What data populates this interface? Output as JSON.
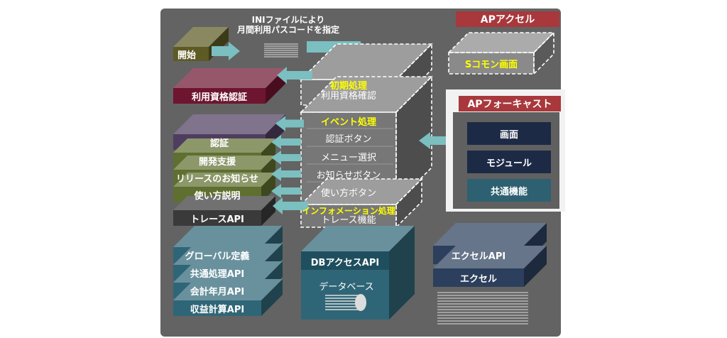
{
  "colors": {
    "panel": "#636363",
    "title_red": "#a8383c",
    "start_olive": "#5d5a24",
    "auth_crimson": "#6e1530",
    "purple": "#4f3d5f",
    "green": "#5f6f30",
    "dark": "#3a3a3a",
    "teal": "#2f6677",
    "navy": "#1c2a45",
    "teal_fn": "#2d6171",
    "arrow": "#7bbfc0",
    "dash": "#ffffff",
    "highlight": "#ffff00"
  },
  "note": {
    "line1": "INIファイルにより",
    "line2": "月間利用パスコードを指定"
  },
  "left_blocks": {
    "start": "開始",
    "qualification": "利用資格認証",
    "auth": "認証",
    "dev_support": "開発支援",
    "release_notice": "リリースのお知らせ",
    "usage_guide": "使い方説明",
    "trace_api": "トレースAPI"
  },
  "process_stack": {
    "init_title": "初期処理",
    "init_sub": "利用資格確認",
    "event_title": "イベント処理",
    "event_items": [
      "認証ボタン",
      "メニュー選択",
      "お知らせボタン",
      "使い方ボタン"
    ],
    "info_title": "インフォメーション処理",
    "info_sub": "トレース機能"
  },
  "ap_excel": {
    "title": "APアクセル",
    "common_screen": "Sコモン画面"
  },
  "ap_forecast": {
    "title": "APフォーキャスト",
    "items": [
      "画面",
      "モジュール",
      "共通機能"
    ]
  },
  "bottom_left": [
    "グローバル定義",
    "共通処理API",
    "会計年月API",
    "収益計算API"
  ],
  "db": {
    "api": "DBアクセスAPI",
    "database": "データベース"
  },
  "excel": {
    "api": "エクセルAPI",
    "excel": "エクセル"
  }
}
